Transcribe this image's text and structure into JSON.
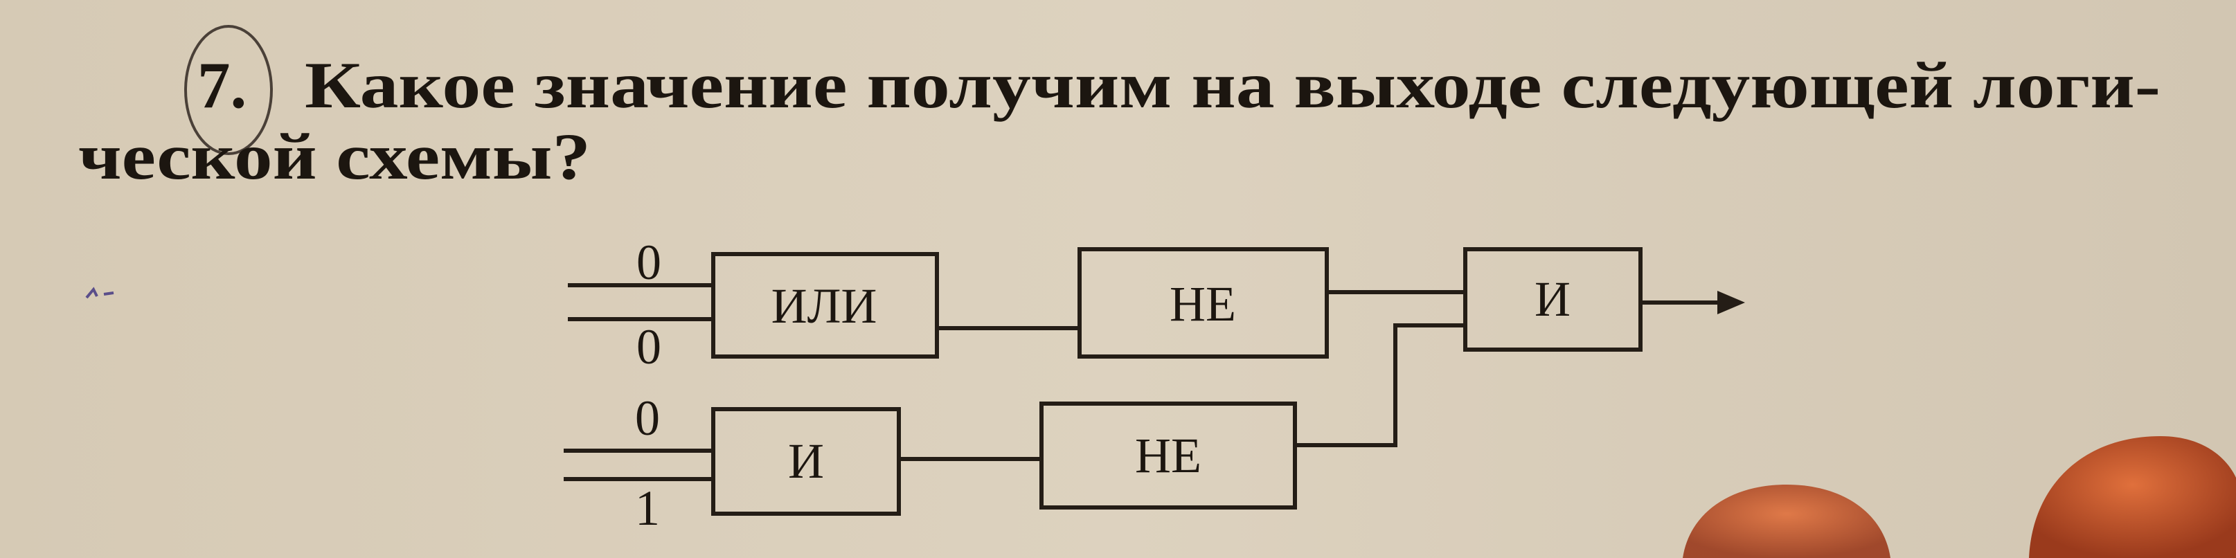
{
  "question": {
    "number": "7.",
    "line1": "Какое значение получим на выходе следующей логи-",
    "line2": "ческой схемы?"
  },
  "diagram": {
    "inputs": {
      "a": "0",
      "b": "0",
      "c": "0",
      "d": "1"
    },
    "gates": {
      "or_top": "ИЛИ",
      "not_top": "НЕ",
      "and_out": "И",
      "and_bottom": "И",
      "not_bottom": "НЕ"
    }
  },
  "colors": {
    "paper": "#d9cdb9",
    "ink": "#1c1610"
  }
}
